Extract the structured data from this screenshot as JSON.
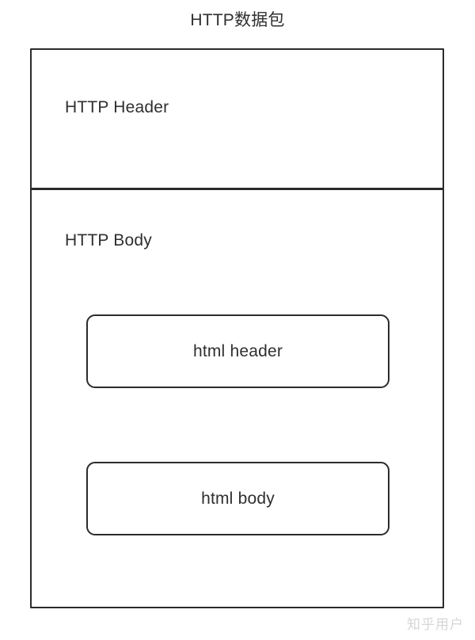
{
  "diagram": {
    "title": "HTTP数据包",
    "type": "nested-box-diagram",
    "colors": {
      "background": "#ffffff",
      "border": "#2b2b2b",
      "text": "#2f2f2f",
      "watermark": "#d6d6d6"
    },
    "sections": [
      {
        "id": "http-header",
        "label": "HTTP Header",
        "children": []
      },
      {
        "id": "http-body",
        "label": "HTTP Body",
        "children": [
          {
            "id": "html-header",
            "label": "html header"
          },
          {
            "id": "html-body",
            "label": "html body"
          }
        ]
      }
    ]
  },
  "watermark": {
    "text": "知乎用户"
  }
}
